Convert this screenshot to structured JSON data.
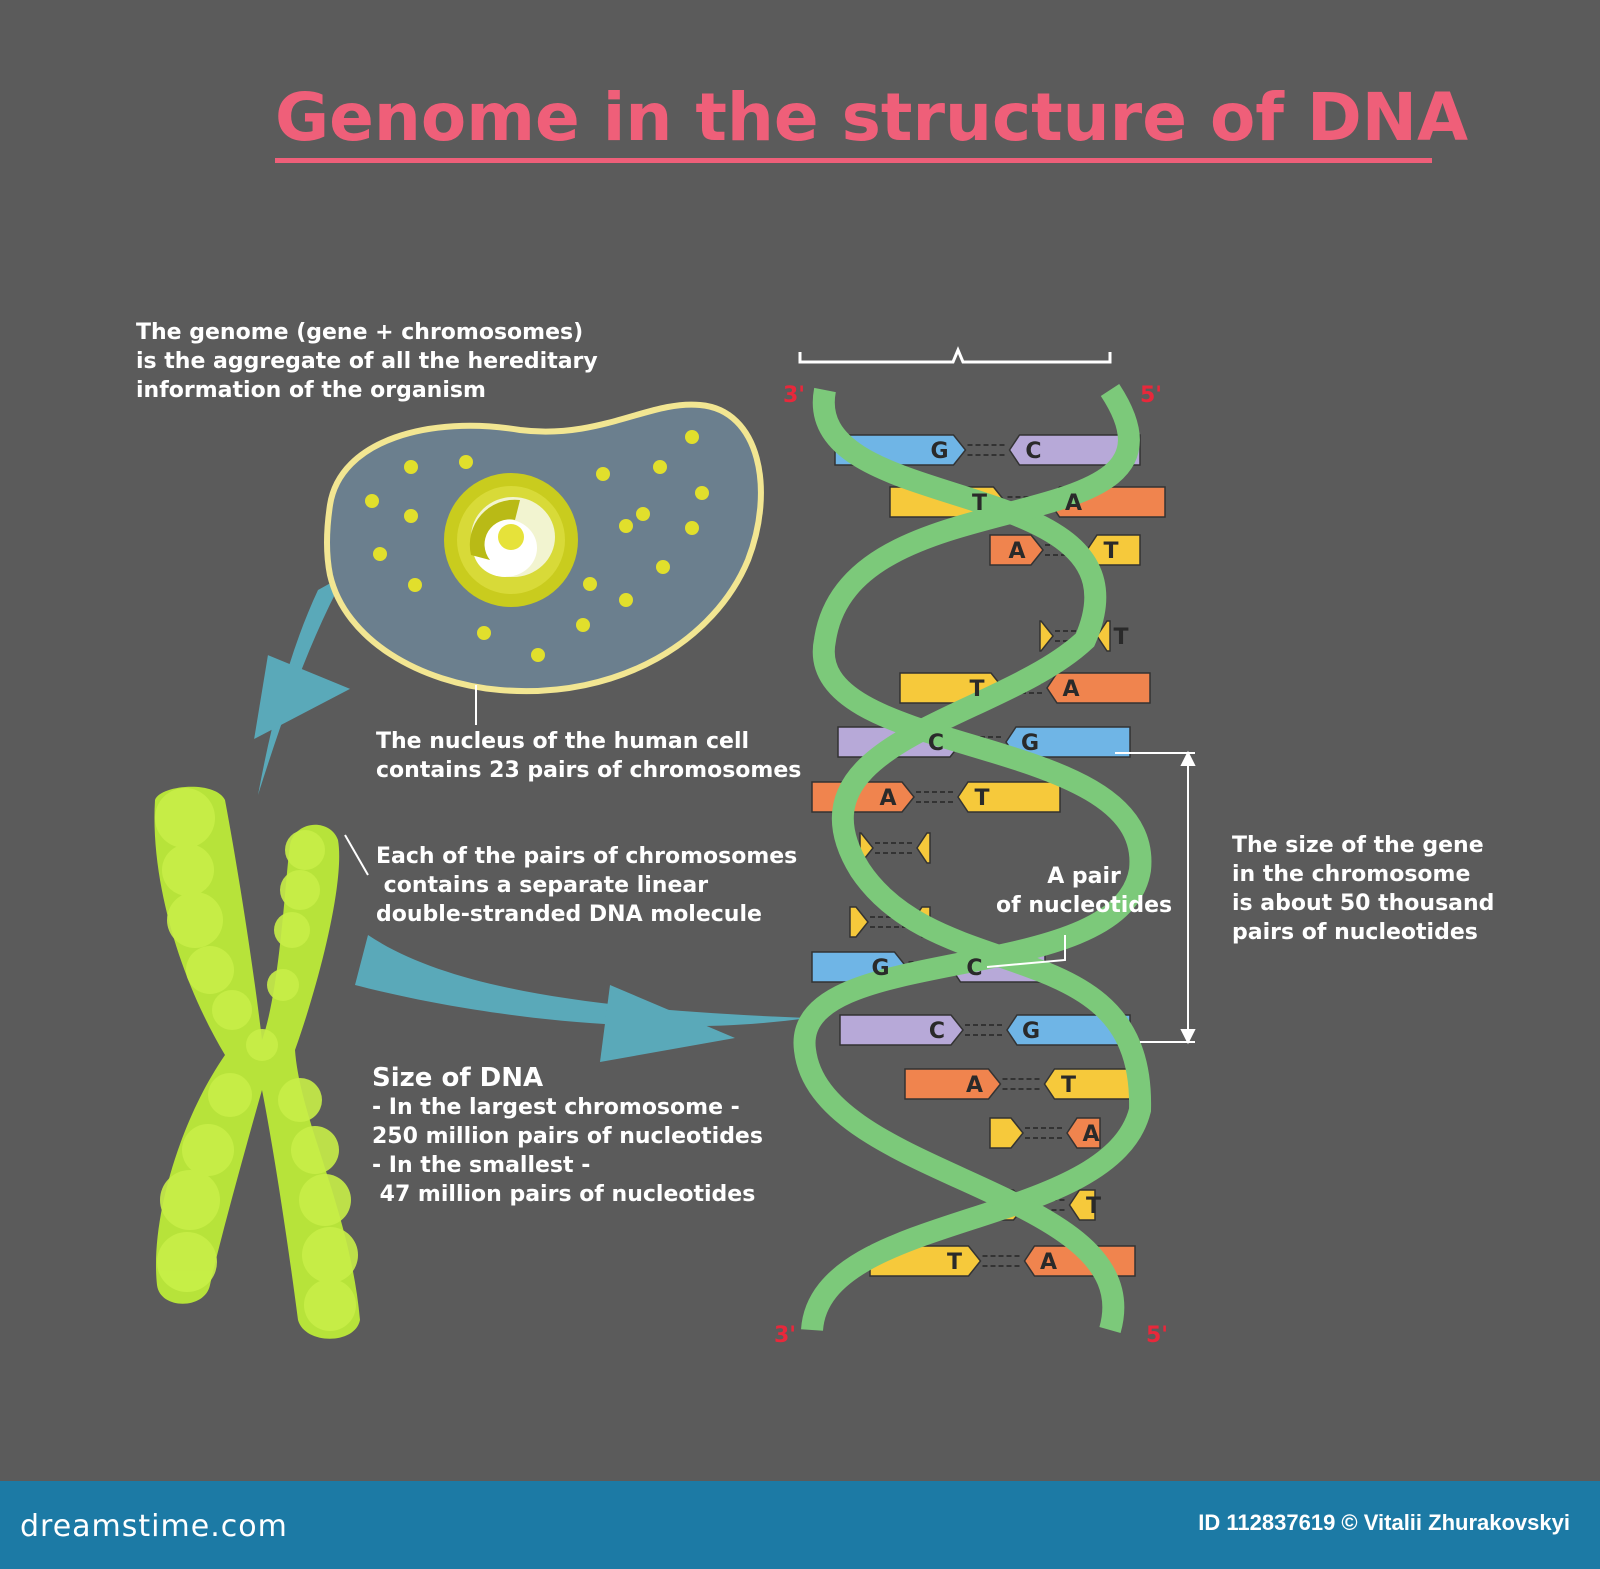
{
  "title": "Genome in the structure of DNA",
  "texts": {
    "genome_def": "The genome (gene + chromosomes)\nis the aggregate of all the hereditary\ninformation of the organism",
    "nucleus": "The nucleus of the human cell\ncontains 23 pairs of chromosomes",
    "each_pair": "Each of the pairs of chromosomes\n contains a separate linear\ndouble-stranded DNA molecule",
    "size_title": "Size of DNA",
    "size_body": "- In the largest chromosome -\n250 million pairs of nucleotides\n- In the smallest -\n 47 million pairs of nucleotides",
    "pair_label": "A pair\nof nucleotides",
    "gene_size": "The size of the gene\nin the chromosome\nis about 50 thousand\npairs of nucleotides"
  },
  "strand_ends": {
    "top_left": "3'",
    "top_right": "5'",
    "bottom_left": "3'",
    "bottom_right": "5'"
  },
  "base_pairs": [
    {
      "left": "G",
      "right": "C"
    },
    {
      "left": "T",
      "right": "A"
    },
    {
      "left": "A",
      "right": "T"
    },
    {
      "left": "",
      "right": "T"
    },
    {
      "left": "T",
      "right": "A"
    },
    {
      "left": "C",
      "right": "G"
    },
    {
      "left": "A",
      "right": "T"
    },
    {
      "left": "",
      "right": ""
    },
    {
      "left": "",
      "right": ""
    },
    {
      "left": "G",
      "right": "C"
    },
    {
      "left": "C",
      "right": "G"
    },
    {
      "left": "A",
      "right": "T"
    },
    {
      "left": "",
      "right": "A"
    },
    {
      "left": "",
      "right": "T"
    },
    {
      "left": "T",
      "right": "A"
    }
  ],
  "base_colors": {
    "A": "#f0844e",
    "T": "#f6c93b",
    "G": "#6fb5e6",
    "C": "#b7a9d8",
    "blank": "#f6c93b"
  },
  "colors": {
    "background": "#5b5b5b",
    "title": "#ef5f79",
    "strand": "#7cc97a",
    "chromosome": "#b7e33a",
    "cell": "#6b7f8e",
    "arrow": "#5aa9b9",
    "end_label": "#e8283b"
  },
  "footer": {
    "brand": "dreamstime.com",
    "credit": "ID 112837619 © Vitalii Zhurakovskyi"
  }
}
